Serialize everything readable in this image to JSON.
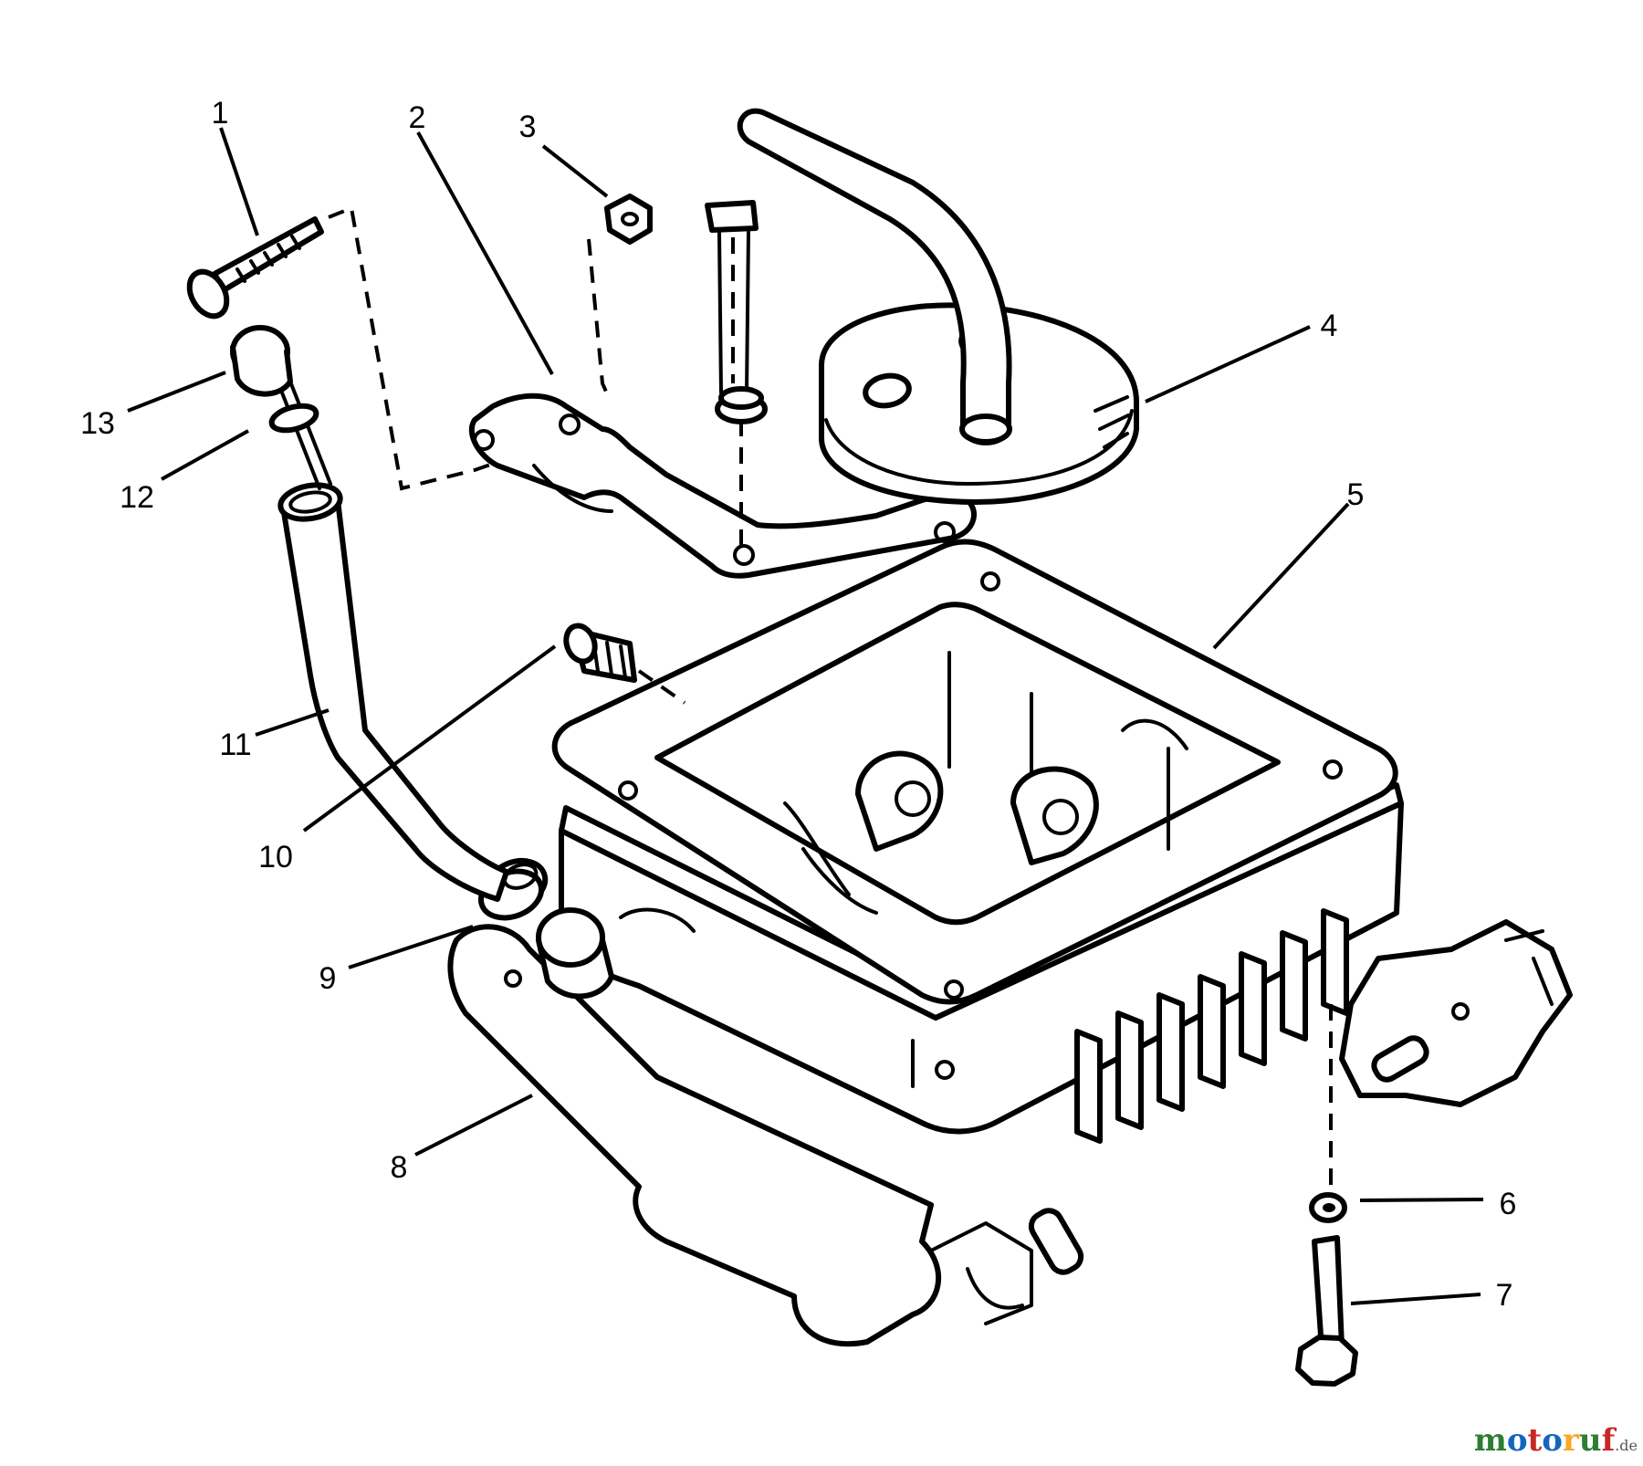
{
  "callouts": [
    {
      "id": "1",
      "label": "1"
    },
    {
      "id": "2",
      "label": "2"
    },
    {
      "id": "3",
      "label": "3"
    },
    {
      "id": "4",
      "label": "4"
    },
    {
      "id": "5",
      "label": "5"
    },
    {
      "id": "6",
      "label": "6"
    },
    {
      "id": "7",
      "label": "7"
    },
    {
      "id": "8",
      "label": "8"
    },
    {
      "id": "9",
      "label": "9"
    },
    {
      "id": "10",
      "label": "10"
    },
    {
      "id": "11",
      "label": "11"
    },
    {
      "id": "12",
      "label": "12"
    },
    {
      "id": "13",
      "label": "13"
    }
  ],
  "watermark": {
    "letters": [
      "m",
      "o",
      "t",
      "o",
      "r",
      "u",
      "f"
    ],
    "colors": [
      "#2e7d32",
      "#1565c0",
      "#c62828",
      "#1565c0",
      "#f9a825",
      "#2e7d32",
      "#c62828"
    ],
    "suffix": ".de"
  }
}
